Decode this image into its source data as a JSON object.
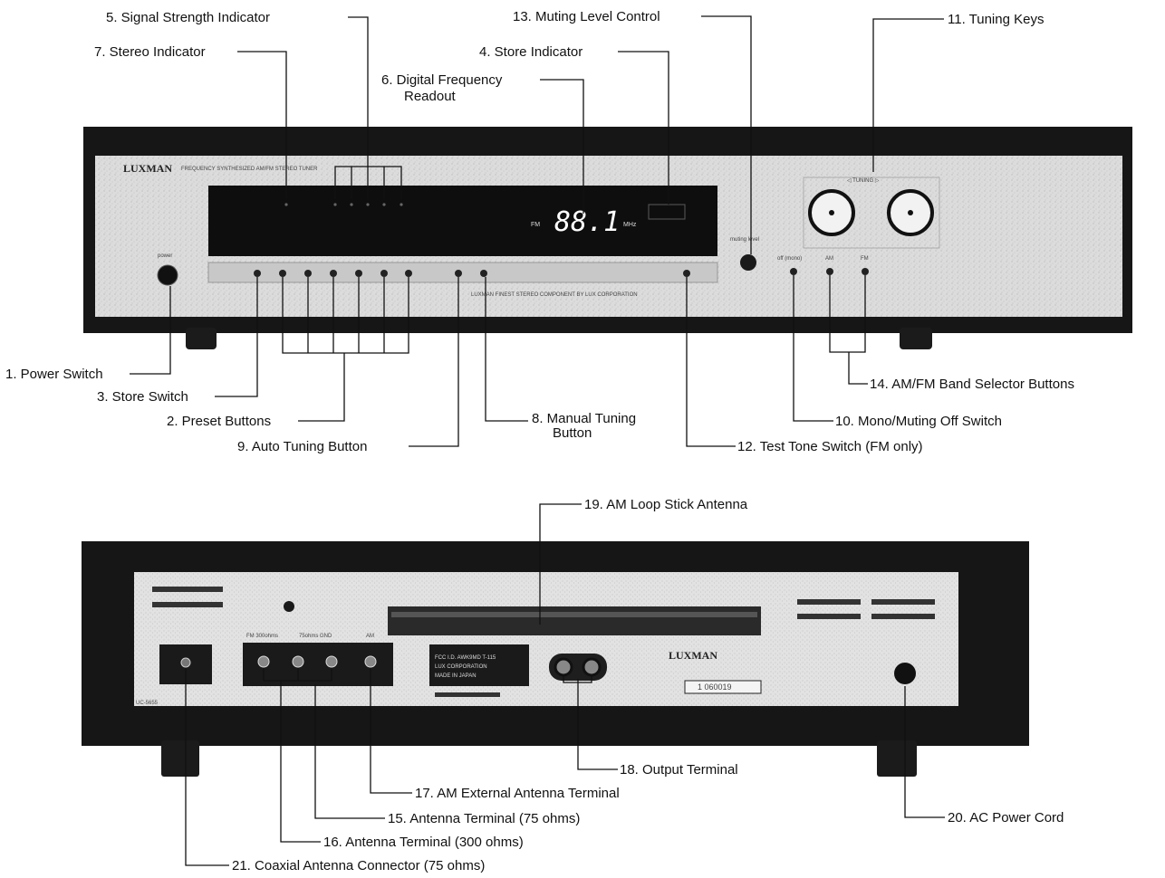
{
  "labels": {
    "l1": "1. Power Switch",
    "l2": "2. Preset Buttons",
    "l3": "3. Store Switch",
    "l4": "4. Store Indicator",
    "l5": "5. Signal Strength Indicator",
    "l6a": "6. Digital Frequency",
    "l6b": "Readout",
    "l7": "7. Stereo Indicator",
    "l8a": "8. Manual Tuning",
    "l8b": "Button",
    "l9": "9. Auto Tuning Button",
    "l10": "10. Mono/Muting Off Switch",
    "l11": "11. Tuning Keys",
    "l12": "12. Test Tone Switch (FM only)",
    "l13": "13. Muting Level Control",
    "l14": "14. AM/FM Band Selector Buttons",
    "l15": "15. Antenna Terminal (75 ohms)",
    "l16": "16. Antenna Terminal (300 ohms)",
    "l17": "17. AM External Antenna Terminal",
    "l18": "18. Output Terminal",
    "l19": "19. AM Loop Stick Antenna",
    "l20": "20. AC Power Cord",
    "l21": "21. Coaxial Antenna Connector (75 ohms)"
  },
  "front_panel": {
    "brand": "LUXMAN",
    "model_text": "FREQUENCY SYNTHESIZED AM/FM STEREO TUNER",
    "frequency": "88.1",
    "freq_band": "FM",
    "freq_unit": "MHz",
    "power_label": "power",
    "muting_label": "muting level",
    "tuning_label": "◁ TUNING ▷",
    "off_mono_label": "off (mono)",
    "am_label": "AM",
    "fm_label": "FM",
    "footer": "LUXMAN FINEST STEREO COMPONENT BY LUX CORPORATION"
  },
  "rear_panel": {
    "brand": "LUXMAN",
    "fcc_lines": [
      "FCC I.D. AWK9MD T-115",
      "LUX CORPORATION",
      "MADE IN JAPAN"
    ],
    "serial": "1 060019",
    "fm_300": "FM 300ohms",
    "fm_75": "75ohms GND",
    "am": "AM",
    "uc_label": "UC-5655"
  },
  "colors": {
    "cabinet": "#161616",
    "panel": "#d9d9d9",
    "display": "#0e0e0e",
    "ink": "#111111"
  }
}
